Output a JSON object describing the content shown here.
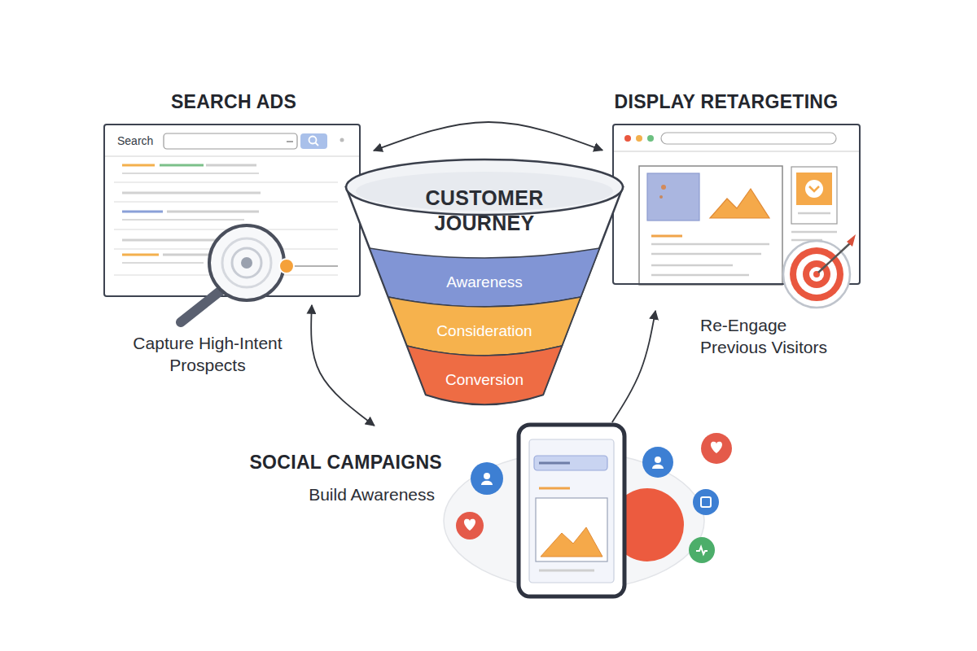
{
  "diagram": {
    "nodes": [
      {
        "text": [
          "SEARCH ADS",
          "Capture High-Intent Prospects"
        ]
      },
      {
        "text": [
          "DISPLAY RETARGETING",
          "Re-Engage Previous Visitors"
        ]
      },
      {
        "text": [
          "CUSTOMER JOURNEY"
        ]
      },
      {
        "text": [
          "Awareness"
        ],
        "in": 2
      },
      {
        "text": [
          "Consideration"
        ],
        "in": 2
      },
      {
        "text": [
          "Conversion"
        ],
        "in": 2
      },
      {
        "text": [
          "SOCIAL CAMPAIGNS",
          "Build Awareness"
        ]
      }
    ],
    "edges": [
      {
        "from": 0,
        "to": 1,
        "arrow": "both"
      },
      {
        "from": 0,
        "to": 6,
        "arrow": "both"
      },
      {
        "from": 6,
        "to": 1,
        "arrow": "to"
      }
    ],
    "labels": [
      "Search"
    ]
  }
}
